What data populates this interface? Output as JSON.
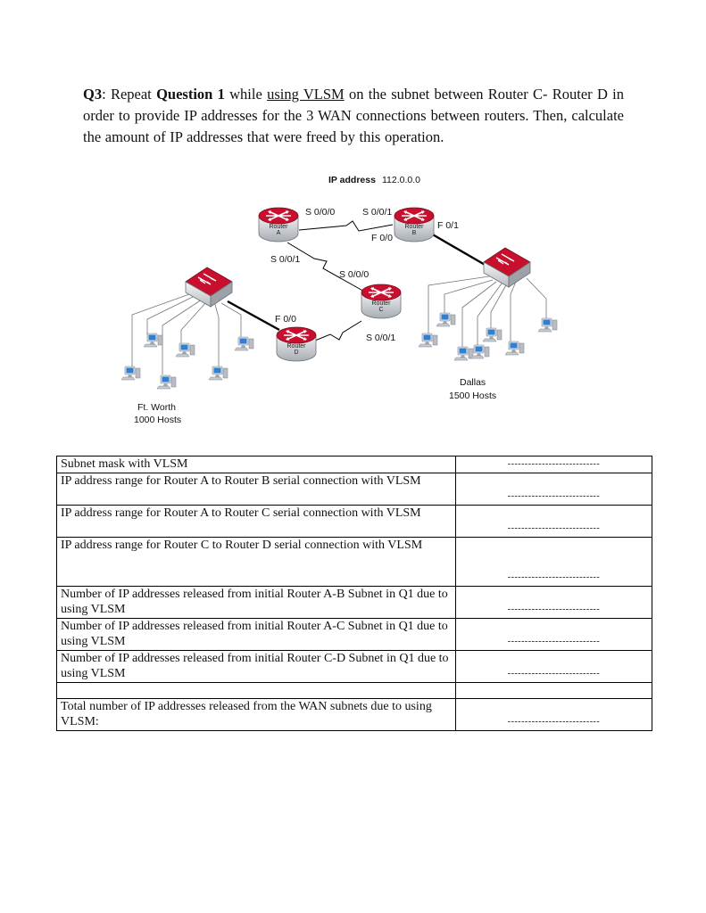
{
  "question": {
    "number": "Q3",
    "colon": ": Repeat ",
    "ref": "Question 1",
    "mid": " while ",
    "underlined": "using VLSM",
    "rest": " on the subnet between Router C- Router D in order to provide IP addresses for the 3 WAN connections between routers. Then, calculate the amount of IP addresses that were freed by this operation."
  },
  "diagram": {
    "ip_label": "IP address",
    "ip_value": "112.0.0.0",
    "routers": {
      "a": {
        "name": "Router",
        "letter": "A"
      },
      "b": {
        "name": "Router",
        "letter": "B"
      },
      "c": {
        "name": "Router",
        "letter": "C"
      },
      "d": {
        "name": "Router",
        "letter": "D"
      }
    },
    "interfaces": {
      "a_s000": "S 0/0/0",
      "b_s001": "S 0/0/1",
      "b_f00": "F 0/0",
      "b_f01": "F 0/1",
      "a_s001": "S 0/0/1",
      "c_s000": "S 0/0/0",
      "d_f00": "F 0/0",
      "c_s001": "S 0/0/1"
    },
    "sites": {
      "fortworth_name": "Ft. Worth",
      "fortworth_hosts": "1000 Hosts",
      "dallas_name": "Dallas",
      "dallas_hosts": "1500 Hosts"
    }
  },
  "table": {
    "blank": "---------------------------",
    "rows": [
      {
        "label": "Subnet mask with VLSM"
      },
      {
        "label": "IP address range for Router A to Router B serial connection with VLSM"
      },
      {
        "label": "IP address range for Router A to Router C serial connection with VLSM"
      },
      {
        "label": "IP address range for Router C to Router D serial connection with VLSM"
      },
      {
        "label": "Number of IP addresses released from initial Router A-B Subnet in Q1 due to using VLSM"
      },
      {
        "label": "Number of IP addresses released from initial Router A-C Subnet in Q1 due to using VLSM"
      },
      {
        "label": "Number of IP addresses released from initial Router C-D Subnet in Q1 due to using VLSM"
      },
      {
        "label": ""
      },
      {
        "label": "Total number of IP addresses released from the WAN subnets due to using VLSM:"
      }
    ]
  },
  "colors": {
    "router_red": "#c8102e",
    "router_body": "#c9cdd2",
    "link": "#000000",
    "host_blue": "#2f7fd3"
  }
}
